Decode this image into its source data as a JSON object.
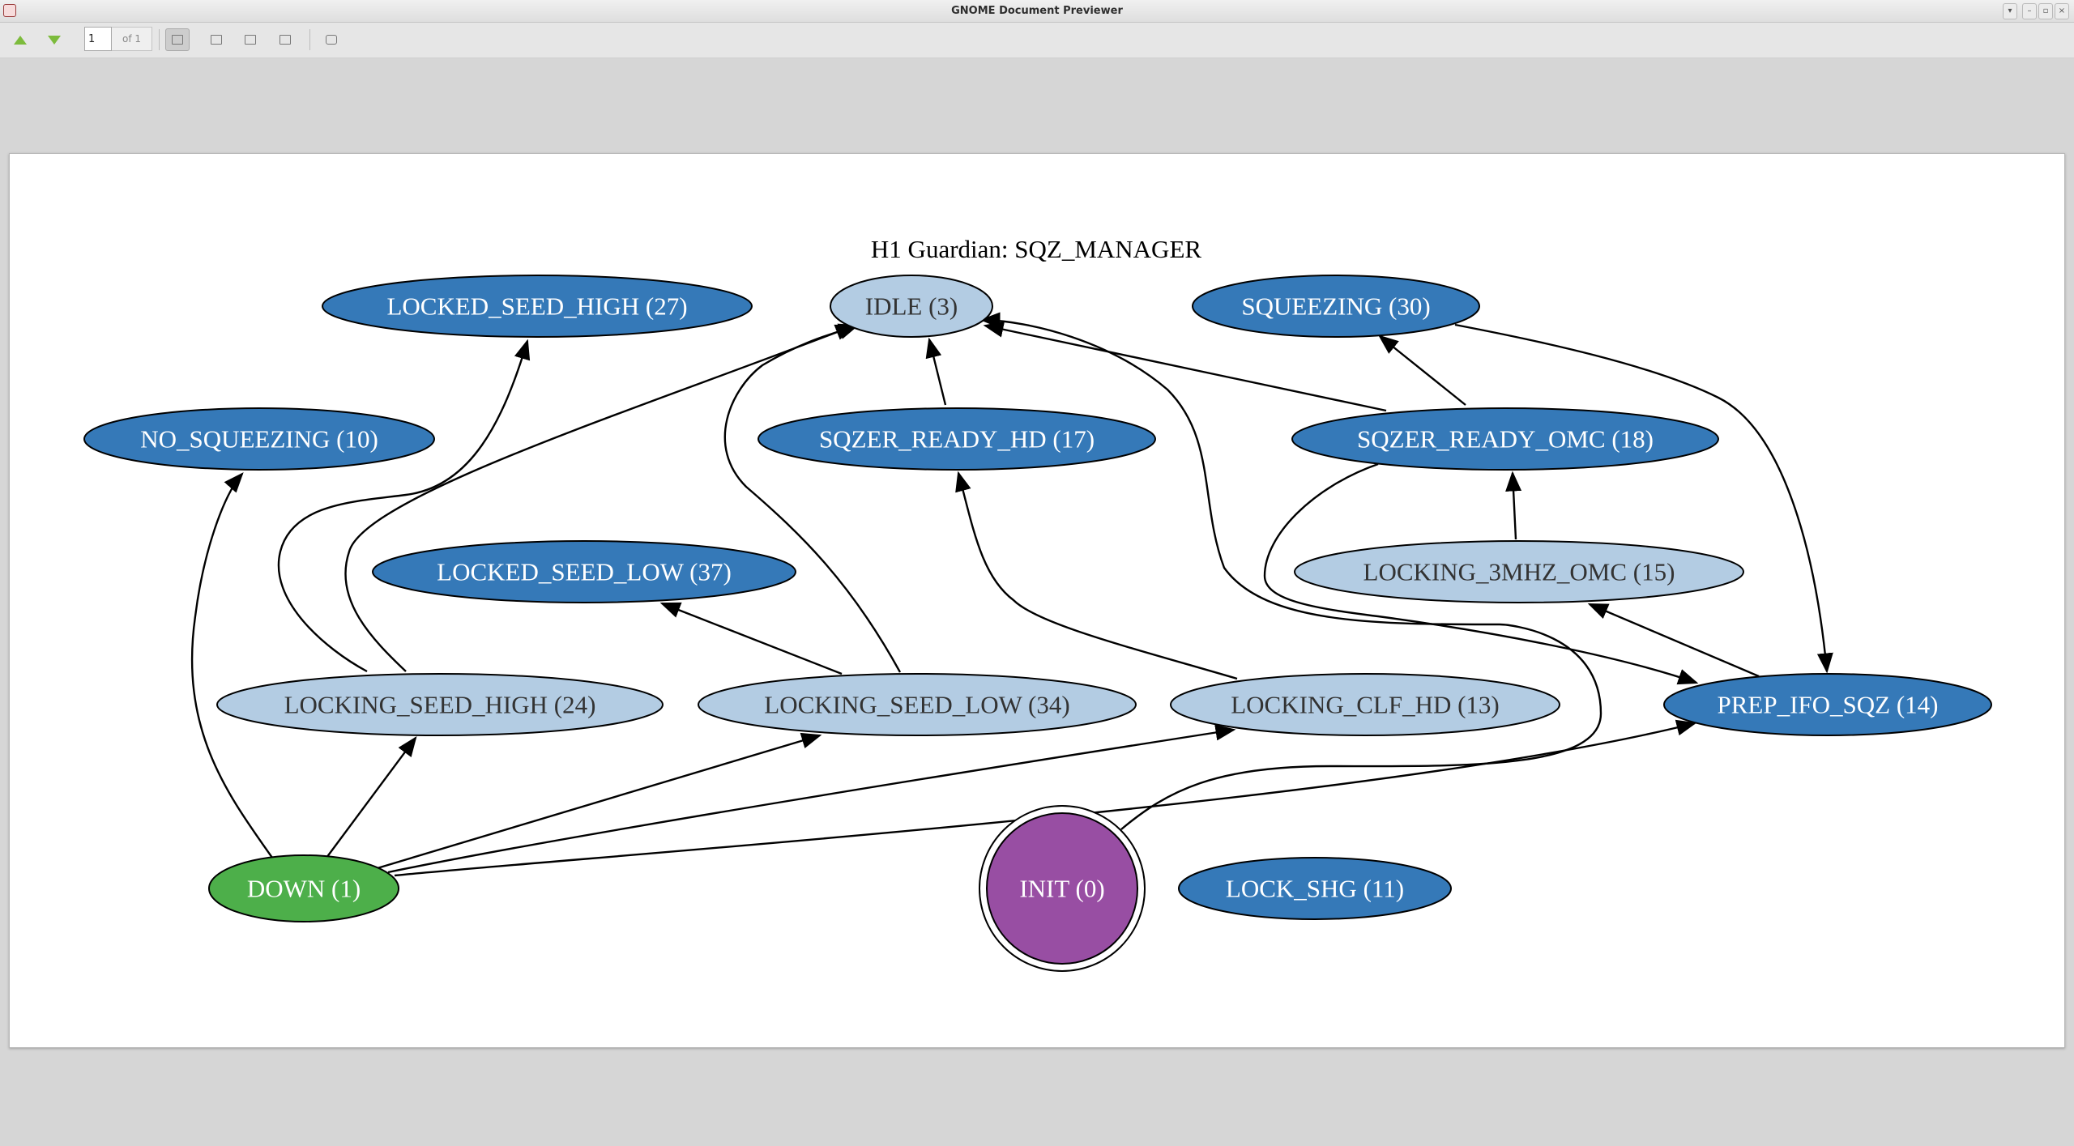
{
  "window": {
    "title": "GNOME Document Previewer",
    "controls": [
      "menu",
      "minimize",
      "maximize",
      "close"
    ]
  },
  "toolbar": {
    "prev_icon": "go-up-icon",
    "next_icon": "go-down-icon",
    "page_number": "1",
    "page_count": "of 1",
    "buttons": [
      "continuous-view-icon",
      "dual-page-icon",
      "fit-width-icon",
      "zoom-icon",
      "print-icon"
    ]
  },
  "diagram": {
    "title": "H1 Guardian: SQZ_MANAGER",
    "nodes": {
      "locked_seed_high": "LOCKED_SEED_HIGH (27)",
      "idle": "IDLE (3)",
      "squeezing": "SQUEEZING (30)",
      "no_squeezing": "NO_SQUEEZING (10)",
      "sqzer_ready_hd": "SQZER_READY_HD (17)",
      "sqzer_ready_omc": "SQZER_READY_OMC (18)",
      "locked_seed_low": "LOCKED_SEED_LOW (37)",
      "locking_3mhz_omc": "LOCKING_3MHZ_OMC (15)",
      "locking_seed_high": "LOCKING_SEED_HIGH (24)",
      "locking_seed_low": "LOCKING_SEED_LOW (34)",
      "locking_clf_hd": "LOCKING_CLF_HD (13)",
      "prep_ifo_sqz": "PREP_IFO_SQZ (14)",
      "down": "DOWN (1)",
      "init": "INIT (0)",
      "lock_shg": "LOCK_SHG (11)"
    },
    "colors": {
      "dark_blue": "#3579b8",
      "light_blue": "#b3cce3",
      "green": "#4daf4a",
      "purple": "#984ea3",
      "dark_text": "#ffffff",
      "light_text": "#333333"
    }
  }
}
